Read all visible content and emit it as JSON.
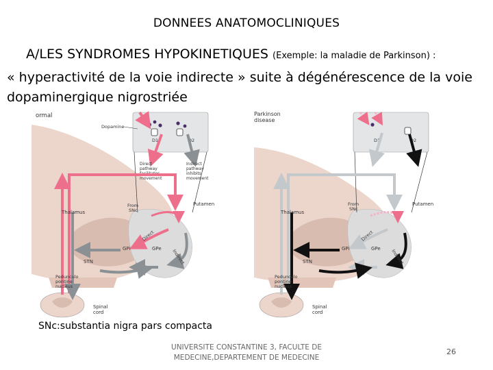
{
  "slide": {
    "title": "DONNEES ANATOMOCLINIQUES",
    "heading_main": "A/LES SYNDROMES HYPOKINETIQUES",
    "heading_example": "(Exemple: la maladie de Parkinson) :",
    "subtitle_line1": "« hyperactivité de la voie indirecte » suite à dégénérescence de la voie",
    "subtitle_line2": "dopaminergique nigrostriée",
    "caption": "SNc:substantia nigra pars compacta",
    "footer_line1": "UNIVERSITE CONSTANTINE 3, FACULTE DE",
    "footer_line2": "MEDECINE,DEPARTEMENT DE MEDECINE",
    "page_number": "26"
  },
  "figure": {
    "left": {
      "panel_label": "ormal",
      "dopamine": "Dopamine",
      "d1": "D1",
      "d2": "D2",
      "direct_note": [
        "Direct",
        "pathway",
        "facilitates",
        "movement"
      ],
      "indirect_note": [
        "Indirect",
        "pathway",
        "inhibits",
        "movement"
      ],
      "thalamus": "Thalamus",
      "from_snc": [
        "From",
        "SNc"
      ],
      "putamen": "Putamen",
      "direct": "Direct",
      "indirect": "Indirect",
      "gpi": "GPi",
      "gpe": "GPe",
      "stn": "STN",
      "ppn": [
        "Pedunculo",
        "pontine",
        "nucleus"
      ],
      "spinal": [
        "Spinal",
        "cord"
      ]
    },
    "right": {
      "panel_label": [
        "Parkinson",
        "disease"
      ],
      "d1": "D1",
      "d2": "D2",
      "thalamus": "Thalamus",
      "from_snc": [
        "From",
        "SNc"
      ],
      "putamen": "Putamen",
      "direct": "Direct",
      "indirect": "Indirect",
      "gpi": "GPi",
      "gpe": "GPe",
      "stn": "STN",
      "ppn": [
        "Pedunculo",
        "pontine",
        "nucleus"
      ],
      "spinal": [
        "Spinal",
        "cord"
      ]
    },
    "colors": {
      "pink_pathway": "#ee6f8c",
      "gray_pathway": "#8a9094",
      "dark_pathway": "#111111",
      "light_pathway": "#c3c8cc",
      "tissue": "#ecd6cc",
      "tissue_shadow": "#d9bcb0",
      "synapse_box": "#e3e5e7"
    }
  }
}
